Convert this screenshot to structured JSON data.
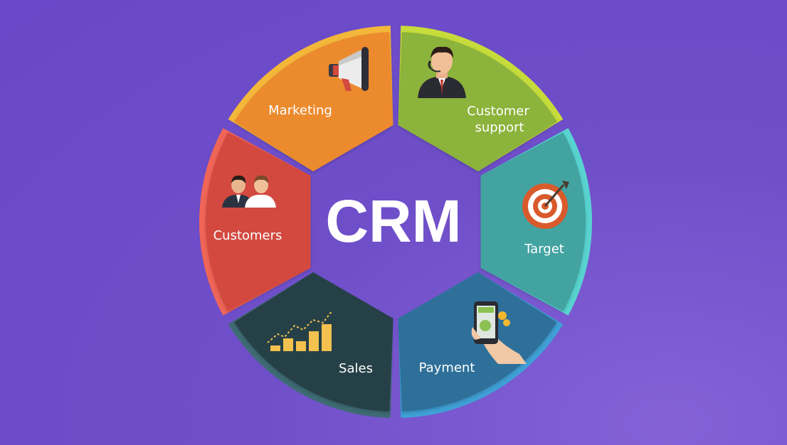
{
  "diagram": {
    "center_title": "CRM",
    "segments": [
      {
        "key": "marketing",
        "label_lines": [
          "Marketing"
        ],
        "color": "#ec8a2f",
        "rim_color": "#f3b73a",
        "icon": "megaphone-icon"
      },
      {
        "key": "customer_support",
        "label_lines": [
          "Customer",
          "support"
        ],
        "color": "#8cb33a",
        "rim_color": "#c6dc3b",
        "icon": "support-agent-icon"
      },
      {
        "key": "target",
        "label_lines": [
          "Target"
        ],
        "color": "#43a3a1",
        "rim_color": "#58d3d0",
        "icon": "target-icon"
      },
      {
        "key": "payment",
        "label_lines": [
          "Payment"
        ],
        "color": "#2e6f9a",
        "rim_color": "#3fa0d6",
        "icon": "mobile-payment-icon"
      },
      {
        "key": "sales",
        "label_lines": [
          "Sales"
        ],
        "color": "#263f46",
        "rim_color": "#3e6b74",
        "icon": "sales-chart-icon"
      },
      {
        "key": "customers",
        "label_lines": [
          "Customers"
        ],
        "color": "#d34a3f",
        "rim_color": "#f06557",
        "icon": "customers-icon"
      }
    ]
  }
}
